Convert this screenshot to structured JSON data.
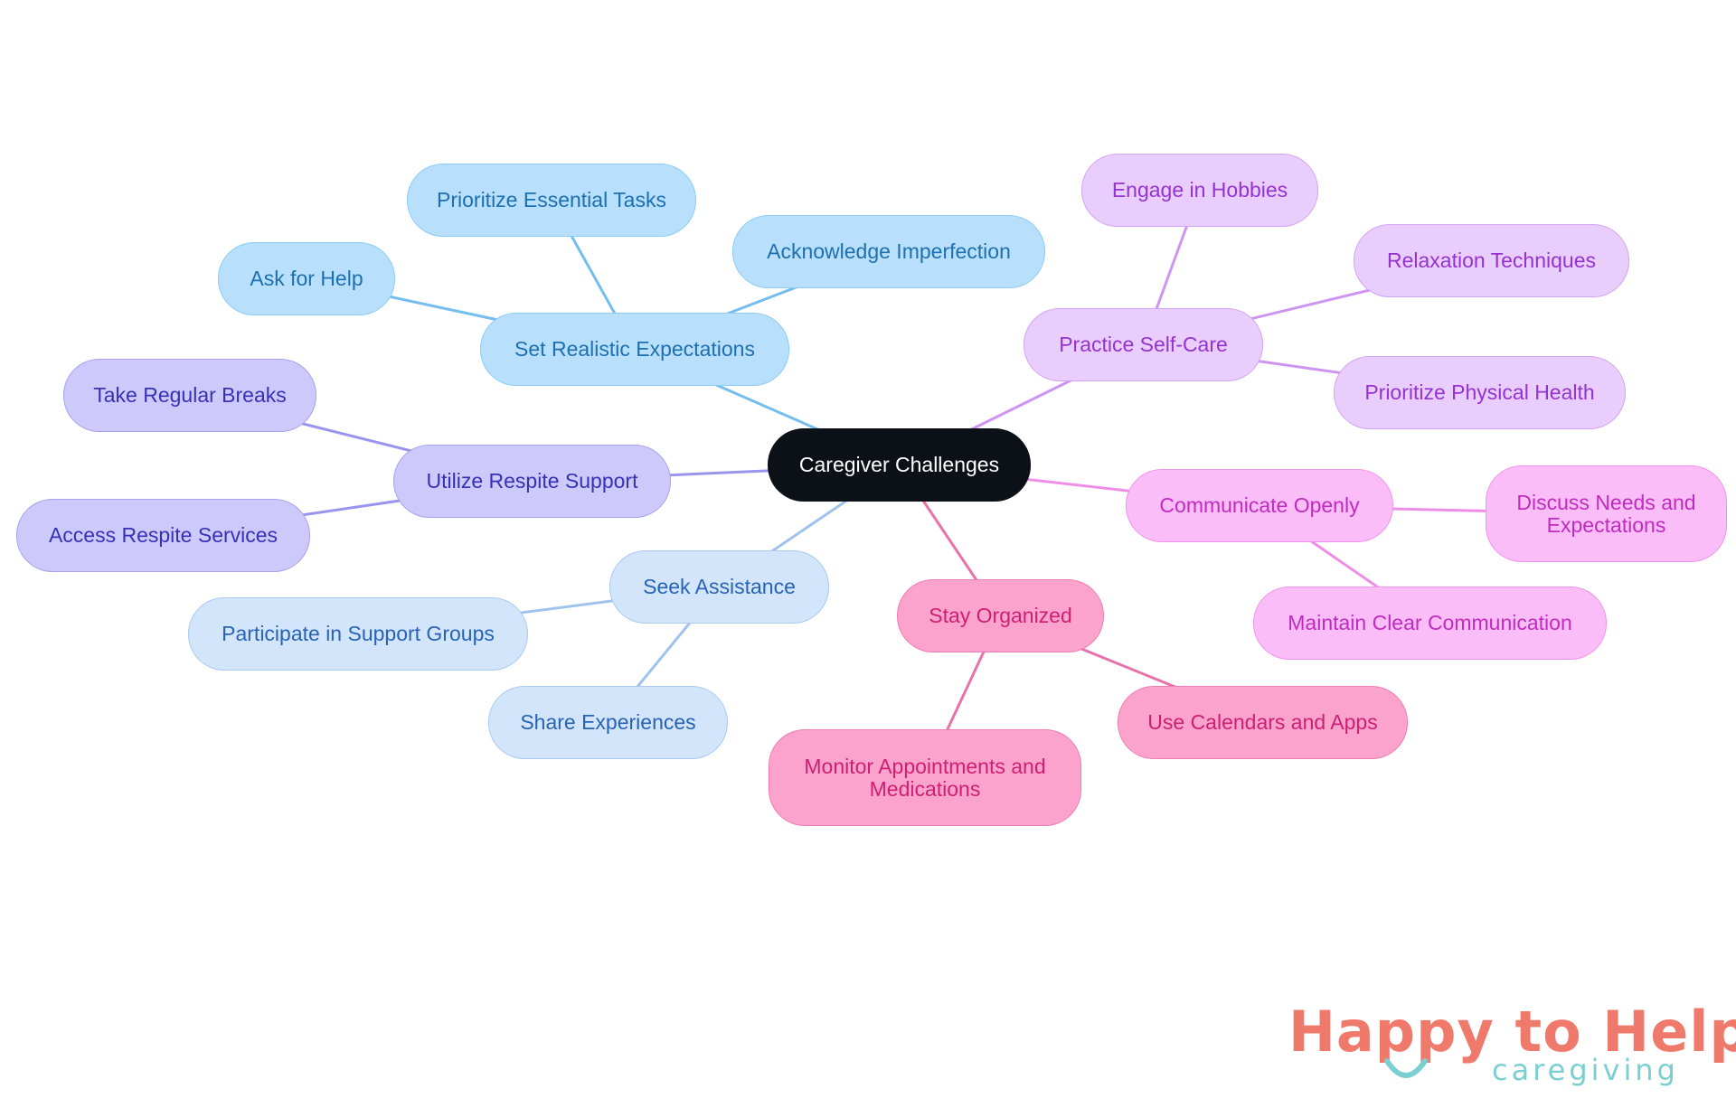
{
  "diagram": {
    "root": {
      "id": "root",
      "label": "Caregiver Challenges"
    },
    "branches": [
      {
        "id": "set-realistic-expectations",
        "label": "Set Realistic Expectations",
        "color": "blue",
        "children": [
          {
            "id": "prioritize-essential-tasks",
            "label": "Prioritize Essential Tasks"
          },
          {
            "id": "acknowledge-imperfection",
            "label": "Acknowledge Imperfection"
          },
          {
            "id": "ask-for-help",
            "label": "Ask for Help"
          }
        ]
      },
      {
        "id": "utilize-respite-support",
        "label": "Utilize Respite Support",
        "color": "indigo",
        "children": [
          {
            "id": "take-regular-breaks",
            "label": "Take Regular Breaks"
          },
          {
            "id": "access-respite-services",
            "label": "Access Respite Services"
          }
        ]
      },
      {
        "id": "seek-assistance",
        "label": "Seek Assistance",
        "color": "lightblue",
        "children": [
          {
            "id": "participate-in-support-groups",
            "label": "Participate in Support Groups"
          },
          {
            "id": "share-experiences",
            "label": "Share Experiences"
          }
        ]
      },
      {
        "id": "practice-self-care",
        "label": "Practice Self-Care",
        "color": "violet",
        "children": [
          {
            "id": "engage-in-hobbies",
            "label": "Engage in Hobbies"
          },
          {
            "id": "relaxation-techniques",
            "label": "Relaxation Techniques"
          },
          {
            "id": "prioritize-physical-health",
            "label": "Prioritize Physical Health"
          }
        ]
      },
      {
        "id": "communicate-openly",
        "label": "Communicate Openly",
        "color": "pink",
        "children": [
          {
            "id": "discuss-needs-and-expectations",
            "label": "Discuss Needs and Expectations"
          },
          {
            "id": "maintain-clear-communication",
            "label": "Maintain Clear Communication"
          }
        ]
      },
      {
        "id": "stay-organized",
        "label": "Stay Organized",
        "color": "rose",
        "children": [
          {
            "id": "use-calendars-and-apps",
            "label": "Use Calendars and Apps"
          },
          {
            "id": "monitor-appointments-and-medications",
            "label": "Monitor Appointments and Medications"
          }
        ]
      }
    ],
    "colors": {
      "blue": "#74bdef",
      "lightblue": "#9fc3ec",
      "indigo": "#9a94ee",
      "violet": "#cd95f1",
      "pink": "#ee8ee6",
      "rose": "#e971aa"
    }
  },
  "logo": {
    "title": "Happy to Help",
    "subtitle": "caregiving",
    "colors": {
      "title": "#ef7a6b",
      "subtitle": "#7ccfd0"
    }
  }
}
